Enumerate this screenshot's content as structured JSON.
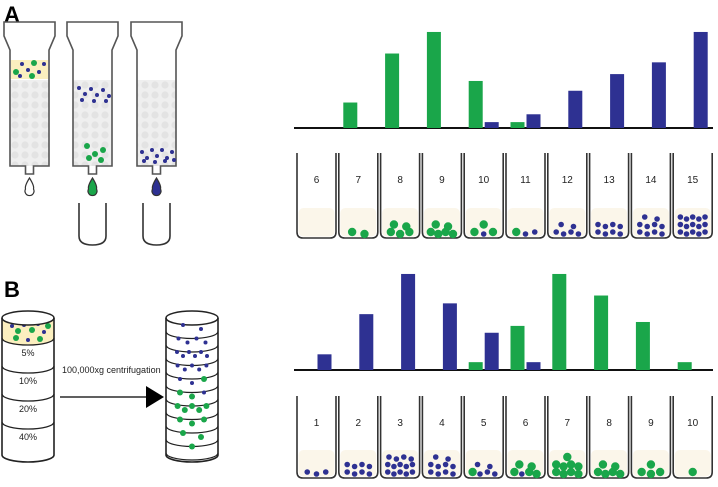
{
  "colors": {
    "green": "#1aa64a",
    "blue": "#2e3192",
    "sample_band": "#fbefbf",
    "resin": "#e2e2e2",
    "outline": "#555555",
    "axis": "#111111",
    "tube_fill": "#fbf6ea"
  },
  "panel_a": {
    "label": "A",
    "columns": [
      {
        "stage": "loaded",
        "drip": "clear"
      },
      {
        "stage": "separating",
        "drip": "green"
      },
      {
        "stage": "eluting",
        "drip": "blue"
      }
    ],
    "tubes": [
      {
        "label": "6",
        "green": 0,
        "blue": 0
      },
      {
        "label": "7",
        "green": 2,
        "blue": 0
      },
      {
        "label": "8",
        "green": 5,
        "blue": 0
      },
      {
        "label": "9",
        "green": 6,
        "blue": 0
      },
      {
        "label": "10",
        "green": 3,
        "blue": 1
      },
      {
        "label": "11",
        "green": 1,
        "blue": 2
      },
      {
        "label": "12",
        "green": 0,
        "blue": 6
      },
      {
        "label": "13",
        "green": 0,
        "blue": 8
      },
      {
        "label": "14",
        "green": 0,
        "blue": 10
      },
      {
        "label": "15",
        "green": 0,
        "blue": 15
      }
    ]
  },
  "panel_b": {
    "label": "B",
    "gradient_steps": [
      "5%",
      "10%",
      "20%",
      "40%"
    ],
    "arrow_label": "100,000xg centrifugation",
    "tubes": [
      {
        "label": "1",
        "green": 0,
        "blue": 3
      },
      {
        "label": "2",
        "green": 0,
        "blue": 8
      },
      {
        "label": "3",
        "green": 0,
        "blue": 14
      },
      {
        "label": "4",
        "green": 0,
        "blue": 10
      },
      {
        "label": "5",
        "green": 1,
        "blue": 5
      },
      {
        "label": "6",
        "green": 5,
        "blue": 1
      },
      {
        "label": "7",
        "green": 9,
        "blue": 0
      },
      {
        "label": "8",
        "green": 6,
        "blue": 0
      },
      {
        "label": "9",
        "green": 4,
        "blue": 0
      },
      {
        "label": "10",
        "green": 1,
        "blue": 0
      }
    ]
  },
  "chart_data": [
    {
      "type": "bar",
      "panel": "A",
      "categories": [
        "6",
        "7",
        "8",
        "9",
        "10",
        "11",
        "12",
        "13",
        "14",
        "15"
      ],
      "series": [
        {
          "color": "#1aa64a",
          "values": [
            0,
            26,
            76,
            98,
            48,
            6,
            0,
            0,
            0,
            0
          ]
        },
        {
          "color": "#2e3192",
          "values": [
            0,
            0,
            0,
            0,
            6,
            14,
            38,
            55,
            67,
            98
          ]
        }
      ],
      "ylim": [
        0,
        100
      ],
      "grid": false
    },
    {
      "type": "bar",
      "panel": "B",
      "categories": [
        "1",
        "2",
        "3",
        "4",
        "5",
        "6",
        "7",
        "8",
        "9",
        "10"
      ],
      "series": [
        {
          "color": "#1aa64a",
          "values": [
            0,
            0,
            0,
            0,
            8,
            45,
            98,
            76,
            49,
            8
          ]
        },
        {
          "color": "#2e3192",
          "values": [
            16,
            57,
            98,
            68,
            38,
            8,
            0,
            0,
            0,
            0
          ]
        }
      ],
      "ylim": [
        0,
        100
      ],
      "grid": false
    }
  ]
}
